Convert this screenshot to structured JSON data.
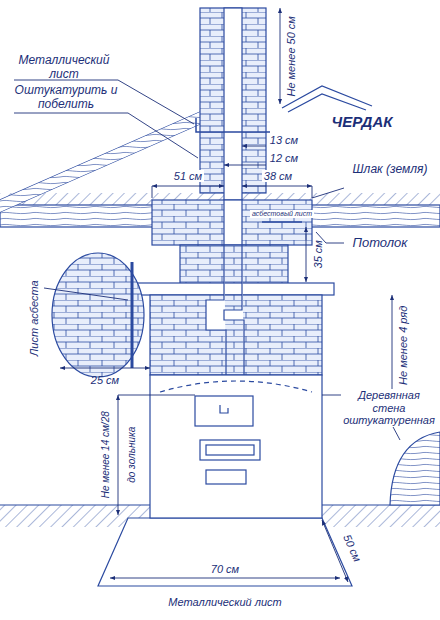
{
  "diagram": {
    "labels": [
      "Металлический лист",
      "Оштукатурить и побелить",
      "Не менее 50 см",
      "13 см",
      "12 см",
      "ЧЕРДАК",
      "51 см",
      "38 см",
      "Шлак (земля)",
      "асбестовый лист",
      "Потолок",
      "35 см",
      "Лист асбеста",
      "Не менее 4 ряд",
      "25 см",
      "Деревянная стена оштукатуренная",
      "Не менее 14 см/28",
      "до зольника",
      "50 см",
      "70 см",
      "Металлический лист"
    ]
  }
}
